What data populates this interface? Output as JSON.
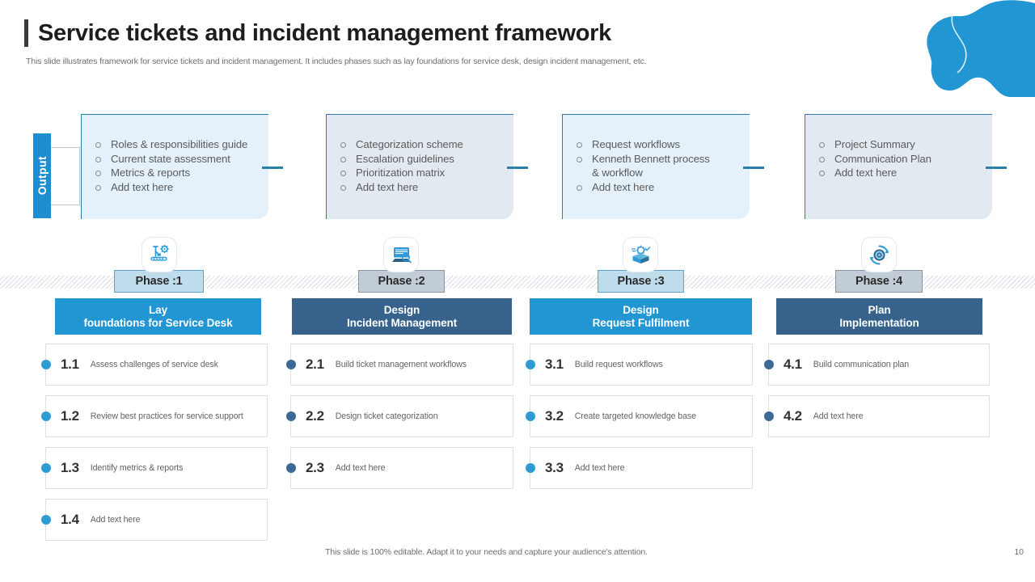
{
  "header": {
    "title": "Service tickets and incident management framework",
    "subtitle": "This slide illustrates framework for service tickets and incident management. It includes phases such as lay foundations for service desk, design incident management, etc."
  },
  "output": {
    "tab_label": "Output",
    "boxes": [
      {
        "items": [
          "Roles & responsibilities guide",
          "Current state assessment",
          "Metrics & reports",
          "Add text here"
        ],
        "bg": "#e4f1fa"
      },
      {
        "items": [
          "Categorization scheme",
          "Escalation guidelines",
          "Prioritization matrix",
          "Add text here"
        ],
        "bg": "#e3e9f1"
      },
      {
        "items": [
          "Request workflows",
          "Kenneth Bennett process",
          "& workflow",
          "Add text here"
        ],
        "bg": "#e4f1fa"
      },
      {
        "items": [
          "Project Summary",
          "Communication Plan",
          "Add text here"
        ],
        "bg": "#e3e9f1"
      }
    ]
  },
  "phases": [
    {
      "label": "Phase :1",
      "icon": "robotic-arm-gear-icon",
      "title_line1": "Lay",
      "title_line2": "foundations for Service Desk",
      "bar_color": "#2196d3",
      "label_style": "light",
      "dot_color": "#2e9ad6",
      "tasks": [
        {
          "num": "1.1",
          "text": "Assess challenges of service desk"
        },
        {
          "num": "1.2",
          "text": "Review best practices for service support"
        },
        {
          "num": "1.3",
          "text": "Identify metrics & reports"
        },
        {
          "num": "1.4",
          "text": "Add text here"
        }
      ]
    },
    {
      "label": "Phase :2",
      "icon": "laptop-monitor-icon",
      "title_line1": "Design",
      "title_line2": "Incident Management",
      "bar_color": "#36628c",
      "label_style": "grey",
      "dot_color": "#3b6a96",
      "tasks": [
        {
          "num": "2.1",
          "text": "Build ticket management workflows"
        },
        {
          "num": "2.2",
          "text": "Design ticket categorization"
        },
        {
          "num": "2.3",
          "text": "Add text here"
        }
      ]
    },
    {
      "label": "Phase :3",
      "icon": "open-box-package-icon",
      "title_line1": "Design",
      "title_line2": "Request Fulfilment",
      "bar_color": "#2196d3",
      "label_style": "light",
      "dot_color": "#2e9ad6",
      "tasks": [
        {
          "num": "3.1",
          "text": "Build request  workflows"
        },
        {
          "num": "3.2",
          "text": "Create targeted knowledge base"
        },
        {
          "num": "3.3",
          "text": "Add text here"
        }
      ]
    },
    {
      "label": "Phase :4",
      "icon": "cycle-refresh-icon",
      "title_line1": "Plan",
      "title_line2": "Implementation",
      "bar_color": "#36628c",
      "label_style": "grey",
      "dot_color": "#3b6a96",
      "tasks": [
        {
          "num": "4.1",
          "text": "Build communication plan"
        },
        {
          "num": "4.2",
          "text": "Add text here"
        }
      ]
    }
  ],
  "footer": {
    "note": "This slide is 100% editable. Adapt it to your needs and capture your audience's attention.",
    "page_number": "10"
  },
  "colors": {
    "accent_blue": "#2196d3",
    "dark_blue": "#36628c",
    "blob_blue": "#2196d3",
    "border_teal": "#2a7fa8"
  }
}
